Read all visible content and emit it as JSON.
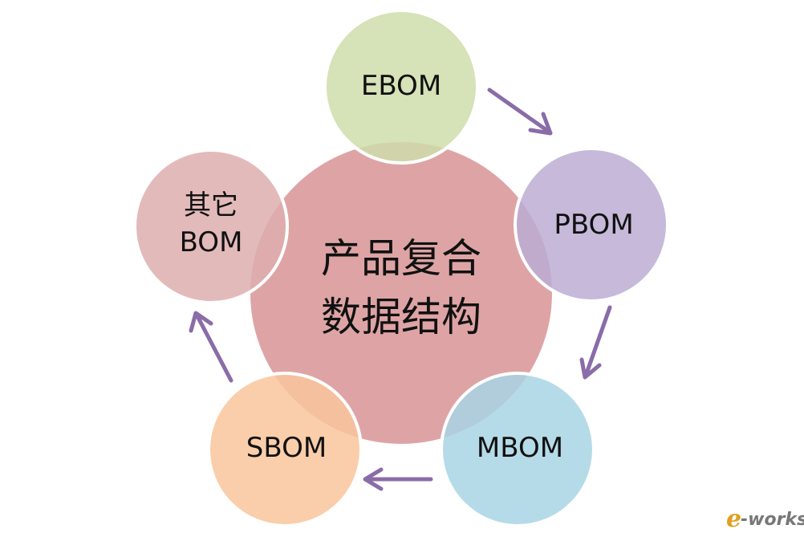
{
  "center": {
    "line1": "产品复合",
    "line2": "数据结构",
    "color": "#dea4a5"
  },
  "nodes": {
    "ebom": {
      "label": "EBOM",
      "color": "#cfddaa"
    },
    "pbom": {
      "label": "PBOM",
      "color": "#bcadd4"
    },
    "mbom": {
      "label": "MBOM",
      "color": "#a9d5e4"
    },
    "sbom": {
      "label": "SBOM",
      "color": "#f9c59c"
    },
    "other": {
      "line1": "其它",
      "line2": "BOM",
      "color": "#deaeae"
    }
  },
  "arrow_color": "#8a6ca8",
  "watermark": {
    "e": "e",
    "rest": "-works"
  }
}
